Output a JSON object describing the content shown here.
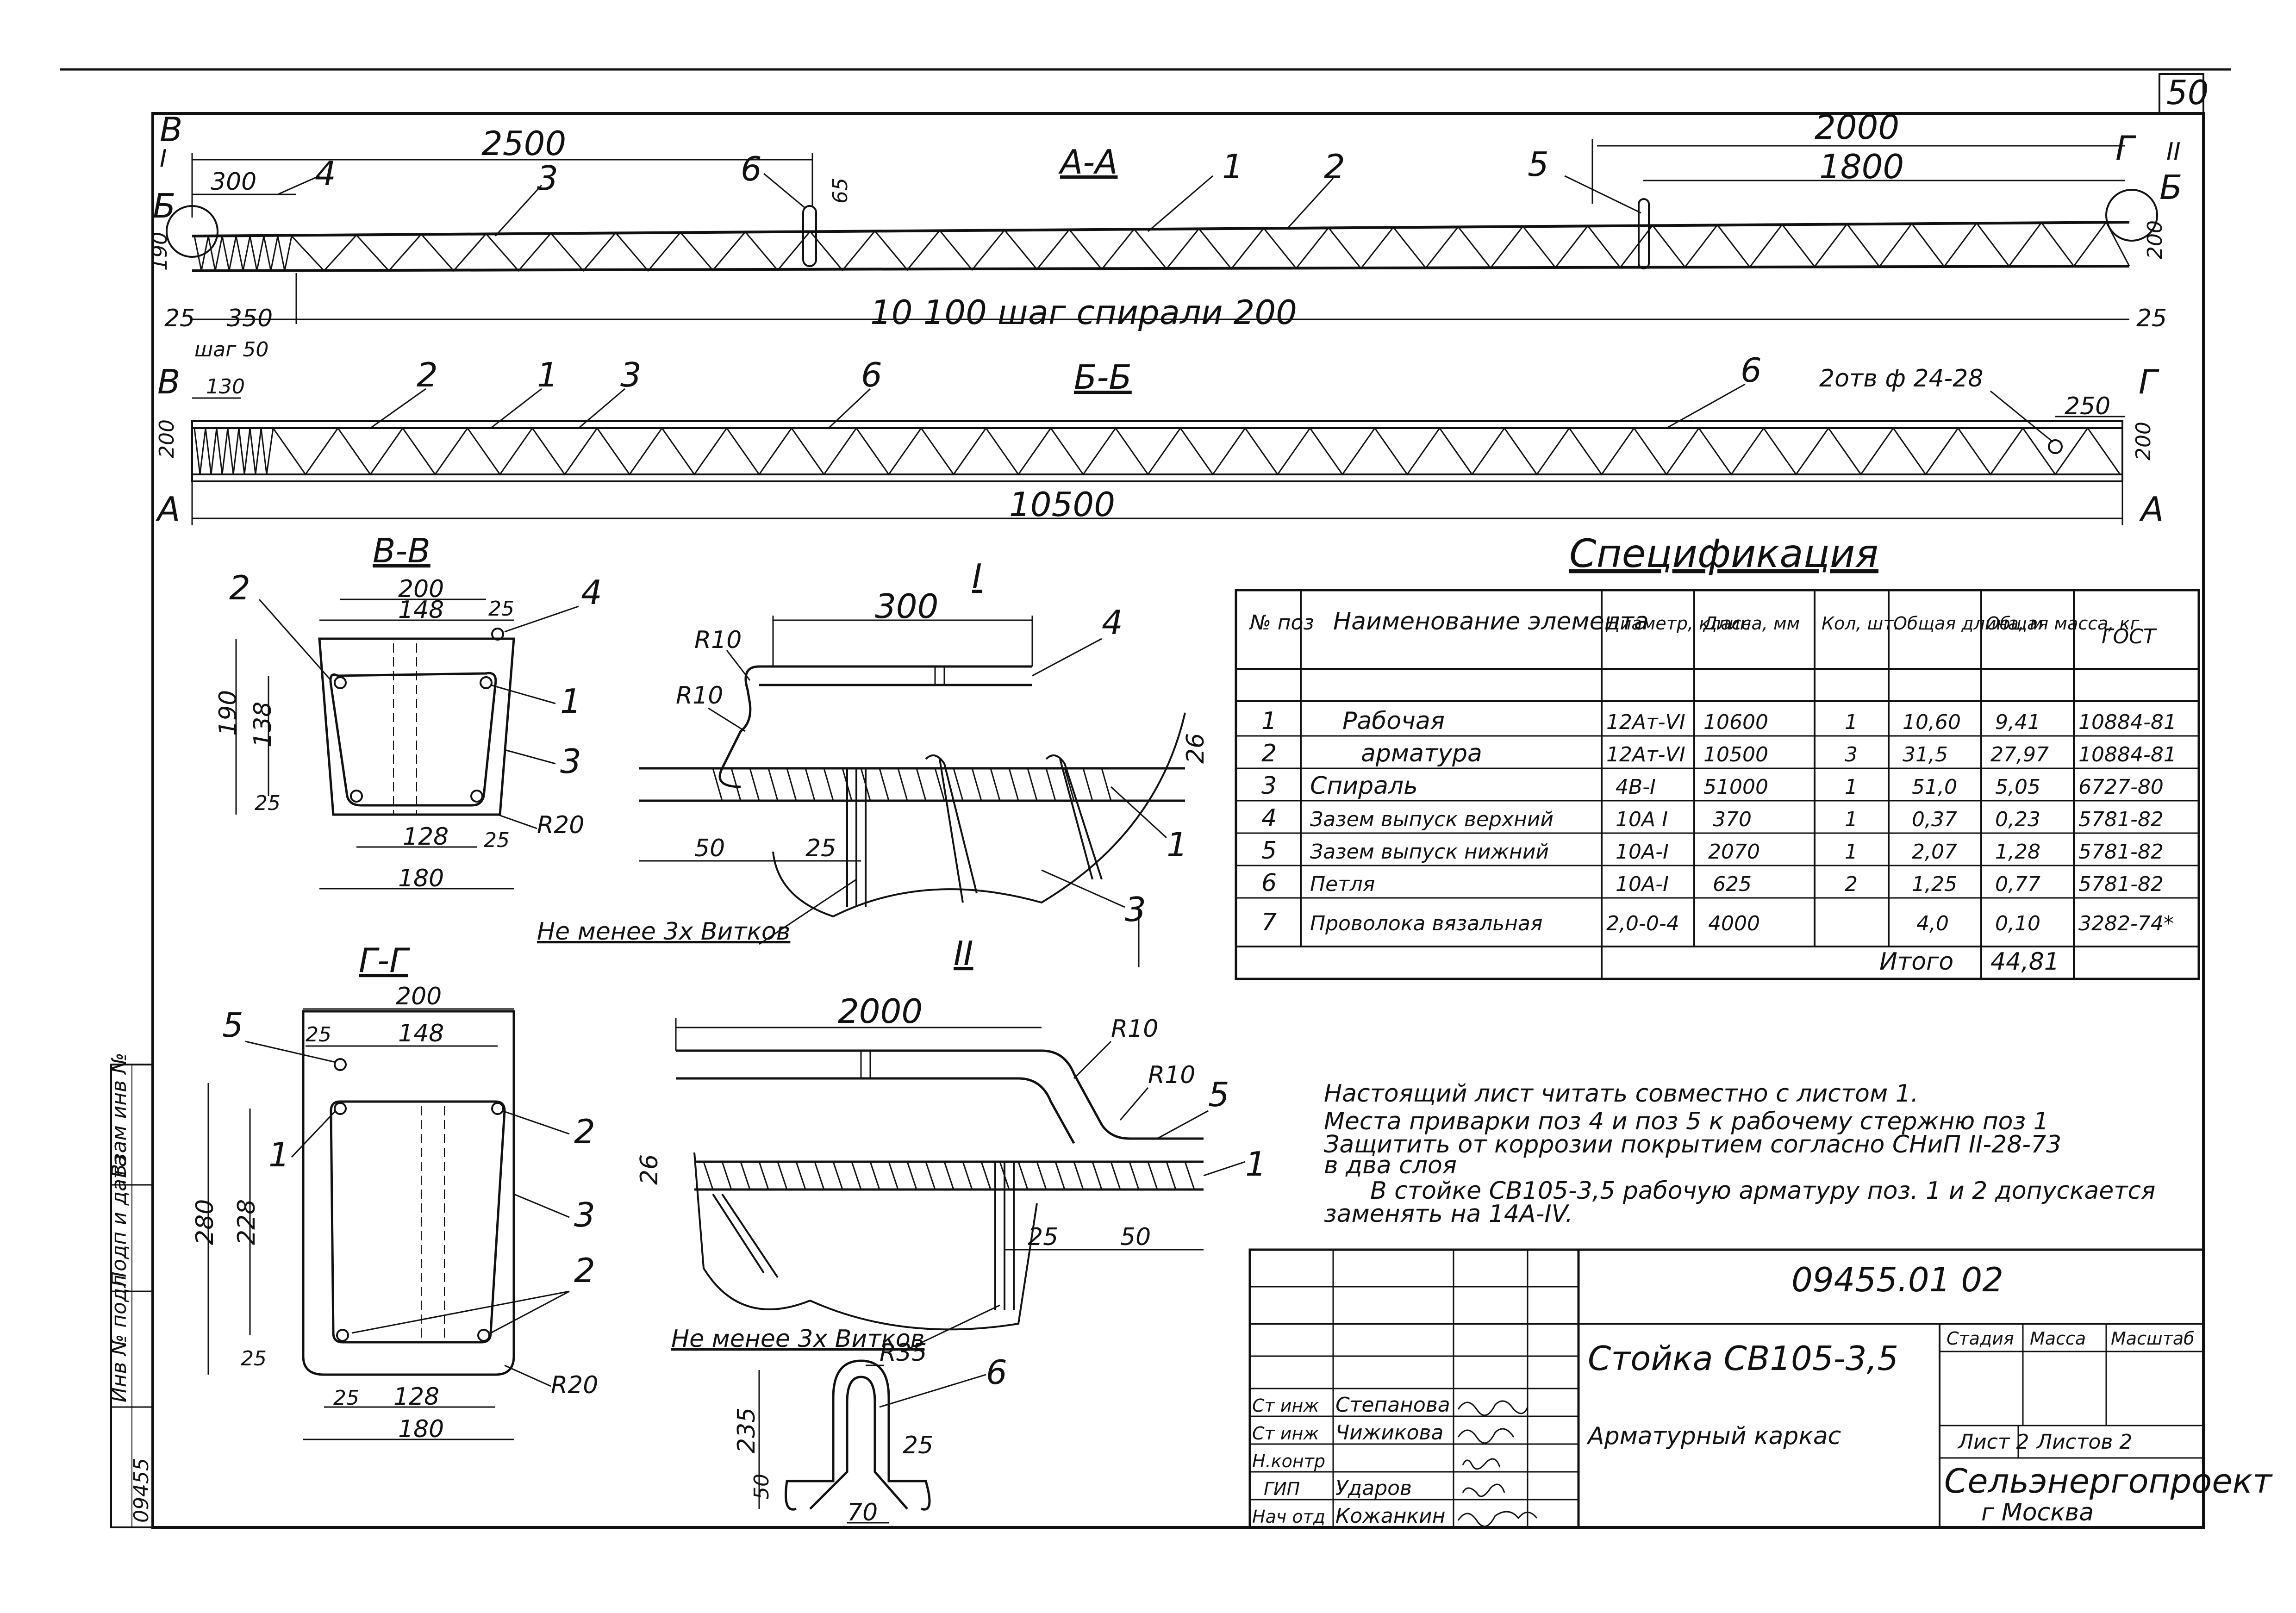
{
  "sheet_number": "50",
  "sections": {
    "aa": {
      "title": "А-А",
      "dim_left": "2500",
      "dim_300": "300",
      "dim_65": "65",
      "dim_right_2000": "2000",
      "dim_right_1800": "1800",
      "dim_left_h": "190",
      "dim_right_h": "200",
      "dim_25_left": "25",
      "dim_25_right": "25",
      "dim_350": "350",
      "note_spiral": "10 100   шаг   спирали   200",
      "step50": "шаг 50",
      "marks": {
        "l1": "I",
        "r2": "II",
        "lB": "В",
        "rG": "Г",
        "lBB": "Б",
        "rBB": "Б"
      },
      "pos": [
        "4",
        "3",
        "6",
        "1",
        "2",
        "5"
      ]
    },
    "bb": {
      "title": "Б-Б",
      "dim_130": "130",
      "dim_250": "250",
      "hole": "2отв ф 24-28",
      "total": "10500",
      "h_left": "200",
      "h_right": "200",
      "marks": {
        "lB": "В",
        "rG": "Г",
        "lA": "А",
        "rA": "А"
      },
      "pos": [
        "2",
        "1",
        "3",
        "6",
        "6"
      ]
    },
    "vv": {
      "title": "В-В",
      "w200": "200",
      "w148": "148",
      "w25": "25",
      "h190": "190",
      "h138": "138",
      "b25": "25",
      "w128": "128",
      "w25b": "25",
      "r20": "R20",
      "w180": "180",
      "pos": [
        "2",
        "4",
        "1",
        "3"
      ]
    },
    "gg": {
      "title": "Г-Г",
      "w200": "200",
      "w25": "25",
      "w148": "148",
      "h280": "280",
      "h228": "228",
      "b25": "25",
      "w25b": "25",
      "w128": "128",
      "w180": "180",
      "r20": "R20",
      "pos": [
        "5",
        "1",
        "2",
        "3",
        "2"
      ]
    },
    "detail1": {
      "title": "I",
      "d300": "300",
      "r10a": "R10",
      "r10b": "R10",
      "d26": "26",
      "d50": "50",
      "d25": "25",
      "note": "Не менее 3х Витков",
      "pos": [
        "4",
        "1",
        "3"
      ]
    },
    "detail2": {
      "title": "II",
      "d2000": "2000",
      "r10a": "R10",
      "r10b": "R10",
      "d26": "26",
      "d25": "25",
      "d50": "50",
      "note": "Не менее 3х Витков",
      "pos": [
        "5",
        "1"
      ]
    },
    "loop": {
      "r35": "R35",
      "h235": "235",
      "d50": "50",
      "d25": "25",
      "d70": "70",
      "pos": "6"
    }
  },
  "spec": {
    "title": "Спецификация",
    "headers": [
      "№ поз",
      "Наименование элемента",
      "Диаметр, класс",
      "Длина, мм",
      "Кол, шт.",
      "Общая длина, м",
      "Общая масса, кг",
      "ГОСТ"
    ],
    "rows": [
      [
        "1",
        "Рабочая",
        "12Ат-VI",
        "10600",
        "1",
        "10,60",
        "9,41",
        "10884-81"
      ],
      [
        "2",
        "арматура",
        "12Ат-VI",
        "10500",
        "3",
        "31,5",
        "27,97",
        "10884-81"
      ],
      [
        "3",
        "Спираль",
        "4В-I",
        "51000",
        "1",
        "51,0",
        "5,05",
        "6727-80"
      ],
      [
        "4",
        "Зазем выпуск верхний",
        "10А I",
        "370",
        "1",
        "0,37",
        "0,23",
        "5781-82"
      ],
      [
        "5",
        "Зазем выпуск нижний",
        "10А-I",
        "2070",
        "1",
        "2,07",
        "1,28",
        "5781-82"
      ],
      [
        "6",
        "Петля",
        "10А-I",
        "625",
        "2",
        "1,25",
        "0,77",
        "5781-82"
      ],
      [
        "7",
        "Проволока вязальная",
        "2,0-0-4",
        "4000",
        "",
        "4,0",
        "0,10",
        "3282-74*"
      ]
    ],
    "total_label": "Итого",
    "total_value": "44,81"
  },
  "notes": [
    "Настоящий лист читать совместно с листом 1.",
    "Места приварки поз 4 и поз 5 к рабочему стержню поз 1",
    "Защитить от коррозии покрытием согласно СНиП II-28-73",
    "в два слоя",
    "В стойке СВ105-3,5 рабочую арматуру поз. 1 и 2 допускается",
    "заменять на 14А-IV."
  ],
  "stamp": {
    "code": "09455.01 02",
    "name": "Стойка СВ105-3,5",
    "subtitle": "Арматурный    каркас",
    "stage": "Стадия",
    "mass": "Масса",
    "scale": "Масштаб",
    "sheet": "Лист 2",
    "sheets": "Листов 2",
    "org1": "Сельэнергопроект",
    "org2": "г Москва",
    "people": [
      [
        "Ст инж",
        "Степанова"
      ],
      [
        "Ст инж",
        "Чижикова"
      ],
      [
        "Н.контр",
        ""
      ],
      [
        "ГИП",
        "Ударов"
      ],
      [
        "Нач отд",
        "Кожанкин"
      ]
    ]
  },
  "sidebar": [
    "Взам инв №",
    "Подп и дата",
    "Инв № подл",
    "09455"
  ]
}
